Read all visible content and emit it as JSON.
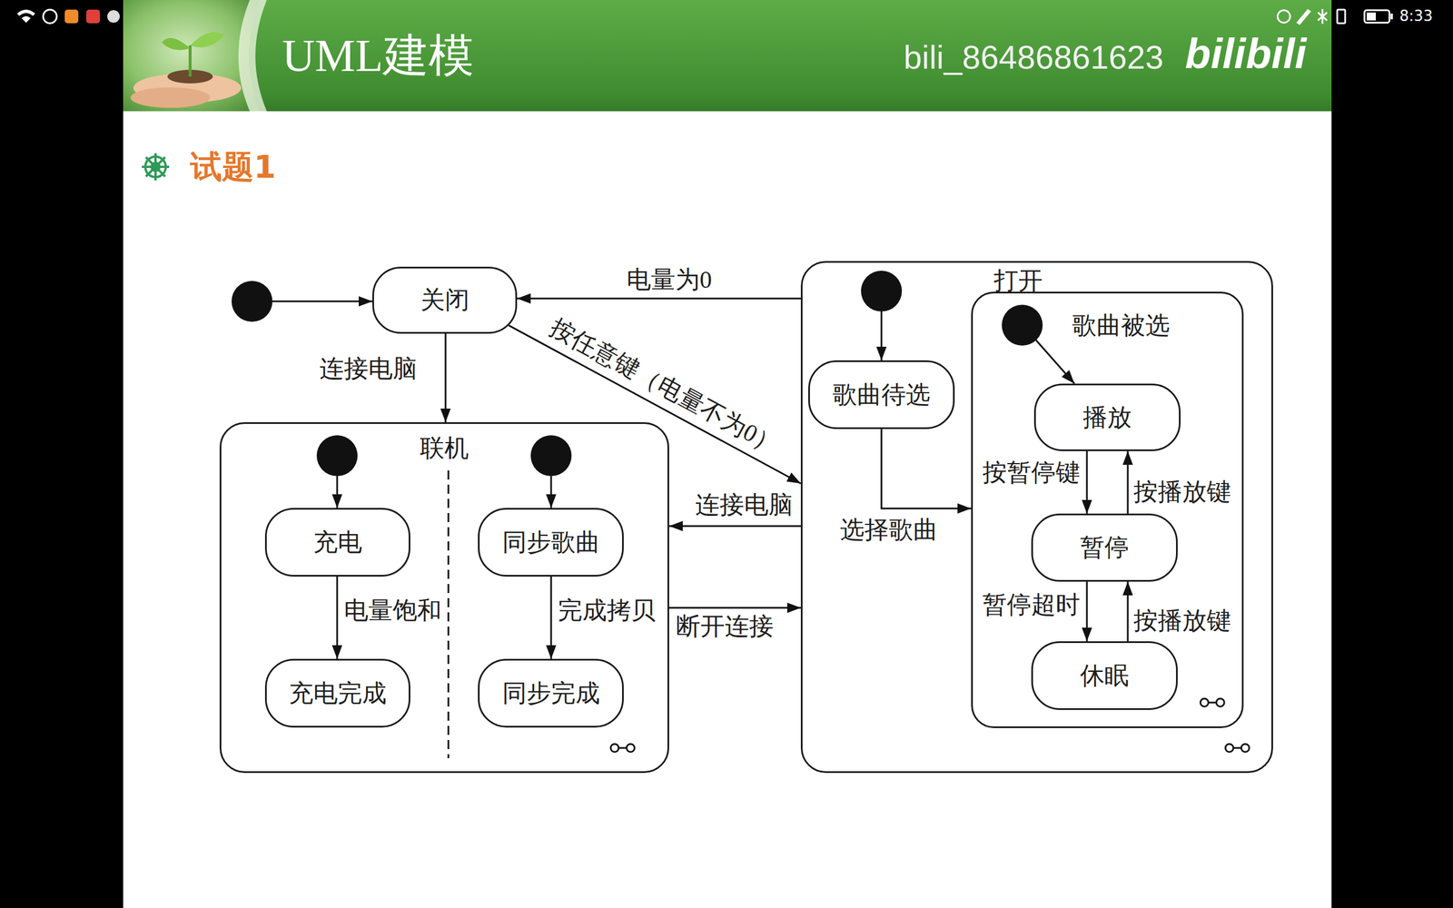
{
  "diagram": {
    "title": "UML建模",
    "nodes": [
      {
        "text": [
          "关闭"
        ]
      },
      {
        "text": [
          "联机"
        ]
      },
      {
        "text": [
          "充电"
        ],
        "in": 1
      },
      {
        "text": [
          "充电完成"
        ],
        "in": 1
      },
      {
        "text": [
          "同步歌曲"
        ],
        "in": 1
      },
      {
        "text": [
          "同步完成"
        ],
        "in": 1
      },
      {
        "text": [
          "打开"
        ]
      },
      {
        "text": [
          "歌曲待选"
        ],
        "in": 6
      },
      {
        "text": [
          "歌曲被选"
        ],
        "in": 6
      },
      {
        "text": [
          "播放"
        ],
        "in": 8
      },
      {
        "text": [
          "暂停"
        ],
        "in": 8
      },
      {
        "text": [
          "休眠"
        ],
        "in": 8
      }
    ],
    "edges": [
      {
        "from": 0,
        "to": 1,
        "label": "连接电脑",
        "arrow": "to"
      },
      {
        "from": 0,
        "to": 6,
        "label": "按任意键（电量不为0）",
        "arrow": "to"
      },
      {
        "from": 6,
        "to": 0,
        "label": "电量为0",
        "arrow": "to"
      },
      {
        "from": 6,
        "to": 1,
        "label": "连接电脑",
        "arrow": "to"
      },
      {
        "from": 1,
        "to": 6,
        "label": "断开连接",
        "arrow": "to"
      },
      {
        "from": 2,
        "to": 3,
        "label": "电量饱和",
        "arrow": "to"
      },
      {
        "from": 4,
        "to": 5,
        "label": "完成拷贝",
        "arrow": "to"
      },
      {
        "from": 7,
        "to": 8,
        "label": "选择歌曲",
        "arrow": "to"
      },
      {
        "from": 9,
        "to": 10,
        "label": "按暂停键",
        "arrow": "to"
      },
      {
        "from": 10,
        "to": 9,
        "label": "按播放键",
        "arrow": "to"
      },
      {
        "from": 10,
        "to": 11,
        "label": "暂停超时",
        "arrow": "to"
      },
      {
        "from": 11,
        "to": 10,
        "label": "按播放键",
        "arrow": "to"
      }
    ],
    "labels": [
      "试题1",
      "bili_86486861623",
      "bilibili",
      "8:33"
    ]
  }
}
